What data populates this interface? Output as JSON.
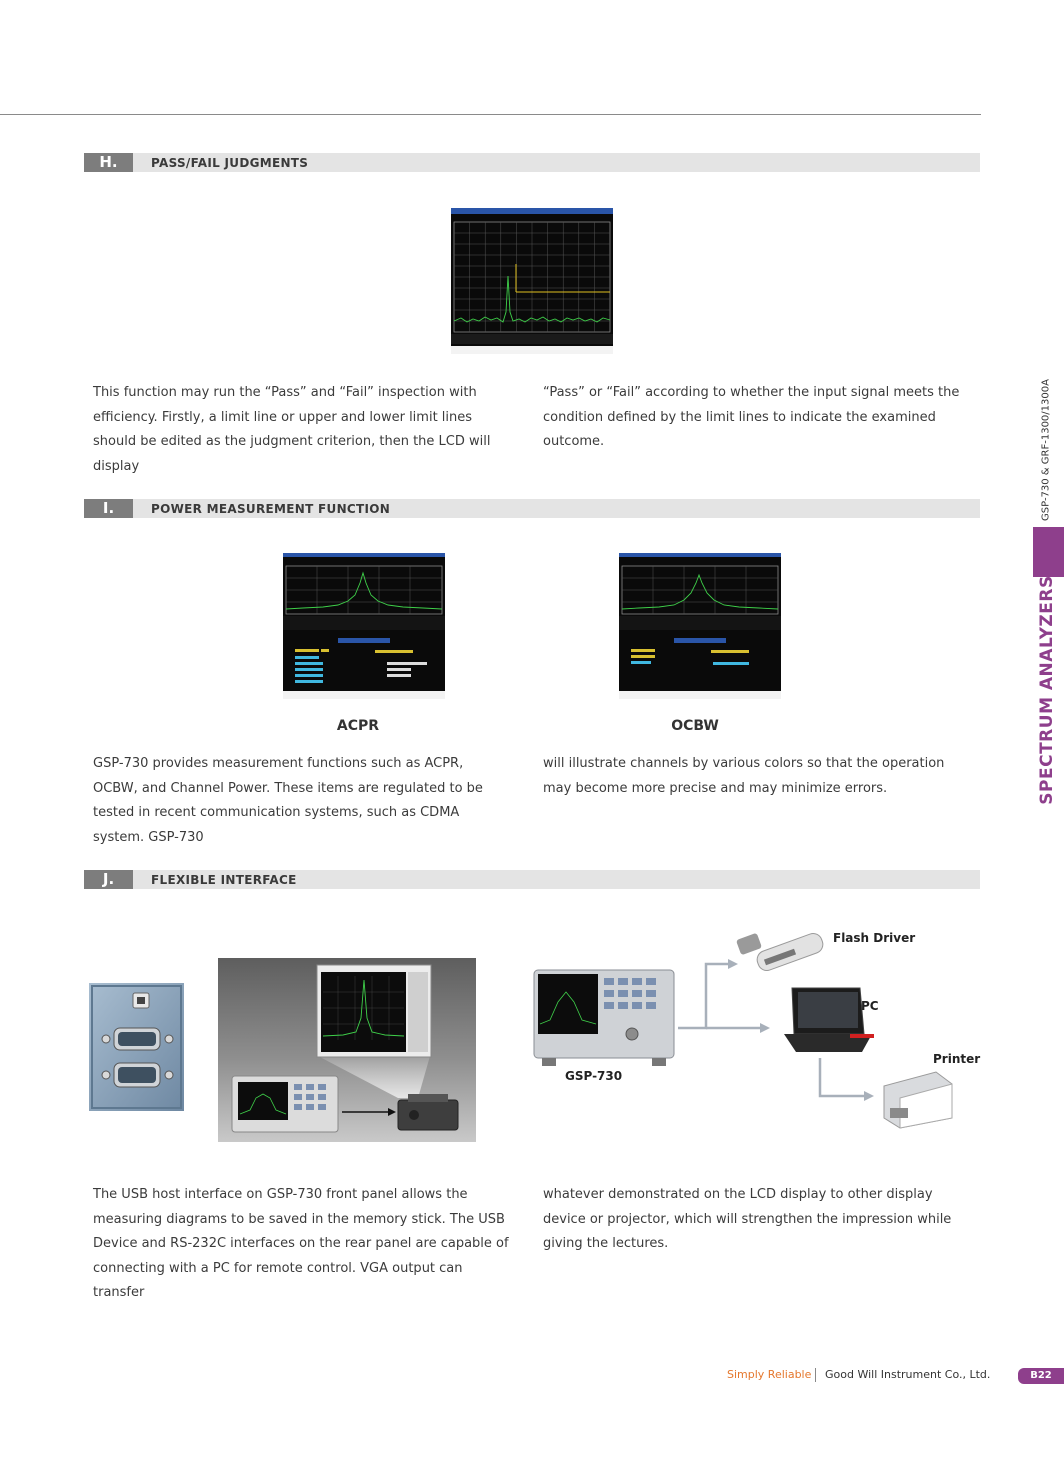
{
  "sections": {
    "h": {
      "letter": "H.",
      "title": "PASS/FAIL JUDGMENTS",
      "para_left": "This function may run the “Pass” and “Fail” inspection with efficiency. Firstly, a limit line or upper and lower limit lines should be edited as the judgment criterion, then the LCD will display",
      "para_right": "“Pass” or “Fail” according to whether the input signal meets the condition defined by the limit lines to indicate the examined outcome."
    },
    "i": {
      "letter": "I.",
      "title": "POWER MEASUREMENT FUNCTION",
      "caption_acpr": "ACPR",
      "caption_ocbw": "OCBW",
      "para_left": "GSP-730 provides measurement functions such as ACPR, OCBW, and Channel Power. These items are regulated to be tested in recent communication systems, such as CDMA system. GSP-730",
      "para_right": "will illustrate channels by various colors so that the operation may become more precise and may minimize errors."
    },
    "j": {
      "letter": "J.",
      "title": "FLEXIBLE INTERFACE",
      "label_flash": "Flash Driver",
      "label_pc": "PC",
      "label_printer": "Printer",
      "label_device": "GSP-730",
      "para_left": "The USB host interface on GSP-730 front panel allows the measuring diagrams to be saved in the memory stick. The USB Device and RS-232C interfaces on the rear panel are capable of connecting with a PC for remote control. VGA output can transfer",
      "para_right": "whatever demonstrated on the LCD display to other display device or projector, which will strengthen the impression while giving the lectures."
    }
  },
  "sidebar": {
    "model": "GSP-730 & GRF-1300/1300A",
    "category": "SPECTRUM ANALYZERS"
  },
  "footer": {
    "tagline": "Simply Reliable",
    "company": "Good Will Instrument Co., Ltd.",
    "page": "B22"
  },
  "colors": {
    "accent": "#8e3f8c",
    "tagline": "#e5772c",
    "screen_bg": "#0a0a0a",
    "trace": "#3fd04a"
  }
}
